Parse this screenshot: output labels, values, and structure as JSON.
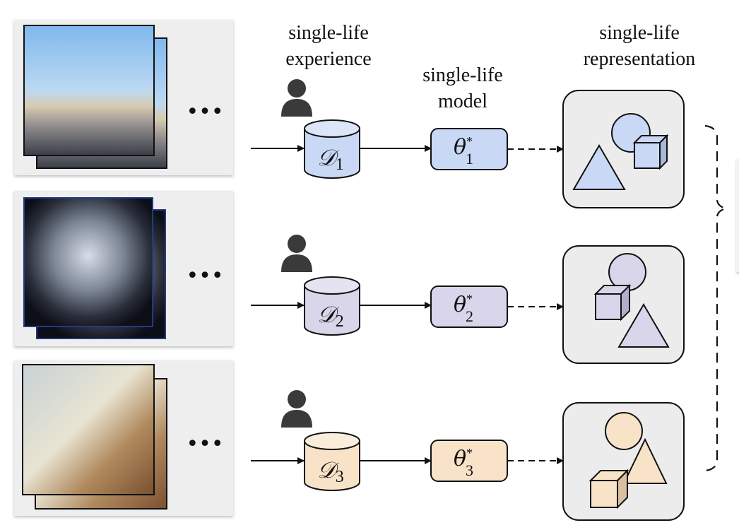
{
  "labels": {
    "experience": [
      "single-life",
      "experience"
    ],
    "model": [
      "single-life",
      "model"
    ],
    "representation": [
      "single-life",
      "representation"
    ]
  },
  "more_glyph": "•••",
  "rows": [
    {
      "dataset_symbol": "𝒟",
      "index": "1",
      "param_symbol": "θ",
      "param_sup": "*",
      "color": "#c9d9f5",
      "side_color": "#a9b8d6",
      "scene": "outdoor-plaza-photo"
    },
    {
      "dataset_symbol": "𝒟",
      "index": "2",
      "param_symbol": "θ",
      "param_sup": "*",
      "color": "#d9d5ea",
      "side_color": "#b4aecb",
      "scene": "kitchen-egocentric-photo"
    },
    {
      "dataset_symbol": "𝒟",
      "index": "3",
      "param_symbol": "θ",
      "param_sup": "*",
      "color": "#f8e3c8",
      "side_color": "#d9c0a0",
      "scene": "fridge-egocentric-photo"
    }
  ],
  "colors": {
    "panel": "#eeeeee",
    "rep_box": "#ececec",
    "stroke": "#111111",
    "person": "#3a3a3a"
  }
}
